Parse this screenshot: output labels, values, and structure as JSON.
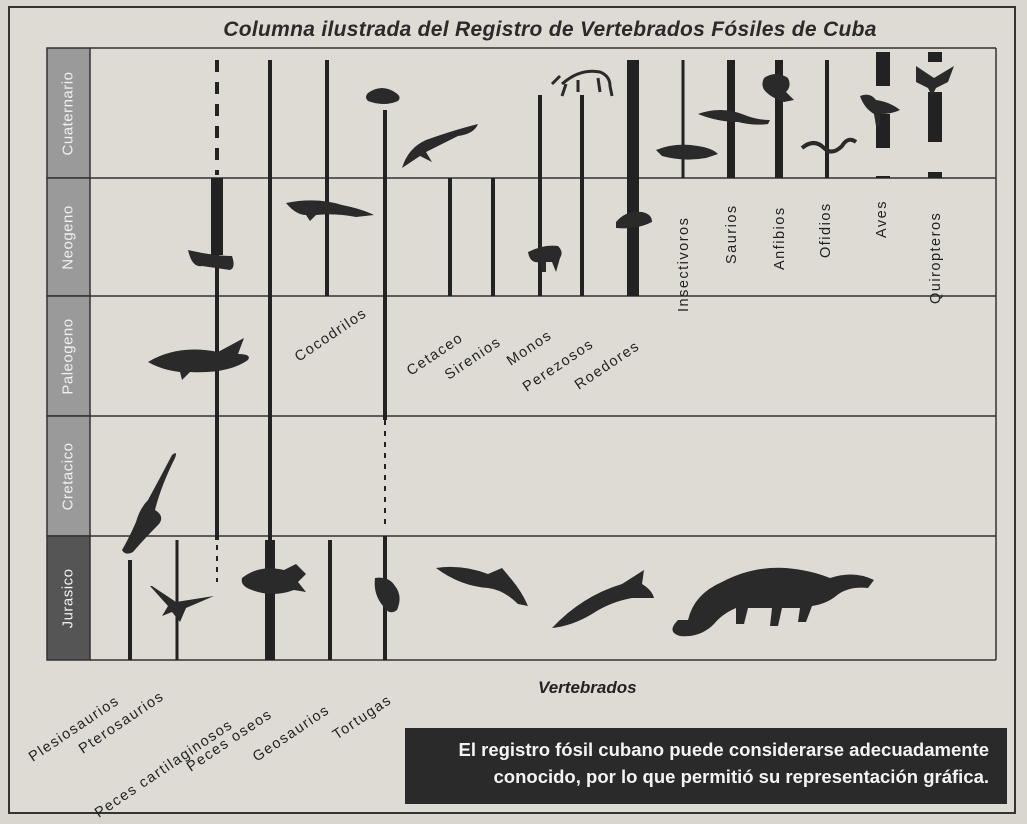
{
  "title": "Columna ilustrada del Registro de Vertebrados Fósiles de Cuba",
  "x_label": "Vertebrados",
  "periods": [
    {
      "name": "Cuaternario",
      "fill": "#9a9a9a"
    },
    {
      "name": "Neogeno",
      "fill": "#9a9a9a"
    },
    {
      "name": "Paleogeno",
      "fill": "#9a9a9a"
    },
    {
      "name": "Cretacico",
      "fill": "#9a9a9a"
    },
    {
      "name": "Jurasico",
      "fill": "#555555"
    }
  ],
  "groups_bottom": [
    {
      "name": "Plesiosaurios",
      "icon": "plesiosaur-icon"
    },
    {
      "name": "Pterosaurios",
      "icon": "pterosaur-icon"
    },
    {
      "name": "Peces cartilaginosos",
      "icon": "shark-icon"
    },
    {
      "name": "Peces oseos",
      "icon": "fish-icon"
    },
    {
      "name": "Geosaurios",
      "icon": "geosaur-icon"
    },
    {
      "name": "Tortugas",
      "icon": "turtle-icon"
    }
  ],
  "groups_upper": [
    {
      "name": "Cocodrilos",
      "icon": "crocodile-icon"
    },
    {
      "name": "Cetaceo",
      "icon": "whale-icon"
    },
    {
      "name": "Sirenios",
      "icon": "manatee-icon"
    },
    {
      "name": "Monos",
      "icon": "monkey-icon"
    },
    {
      "name": "Perezosos",
      "icon": "sloth-icon"
    },
    {
      "name": "Roedores",
      "icon": "rodent-icon"
    }
  ],
  "groups_top": [
    {
      "name": "Insectivoros",
      "icon": "insectivore-icon"
    },
    {
      "name": "Saurios",
      "icon": "lizard-icon"
    },
    {
      "name": "Anfibios",
      "icon": "frog-icon"
    },
    {
      "name": "Ofidios",
      "icon": "snake-icon"
    },
    {
      "name": "Aves",
      "icon": "bird-icon"
    },
    {
      "name": "Quiropteros",
      "icon": "bat-icon"
    }
  ],
  "note": {
    "line1": "El registro fósil cubano puede considerarse adecuadamente",
    "line2": "conocido, por lo que permitió su representación gráfica."
  }
}
